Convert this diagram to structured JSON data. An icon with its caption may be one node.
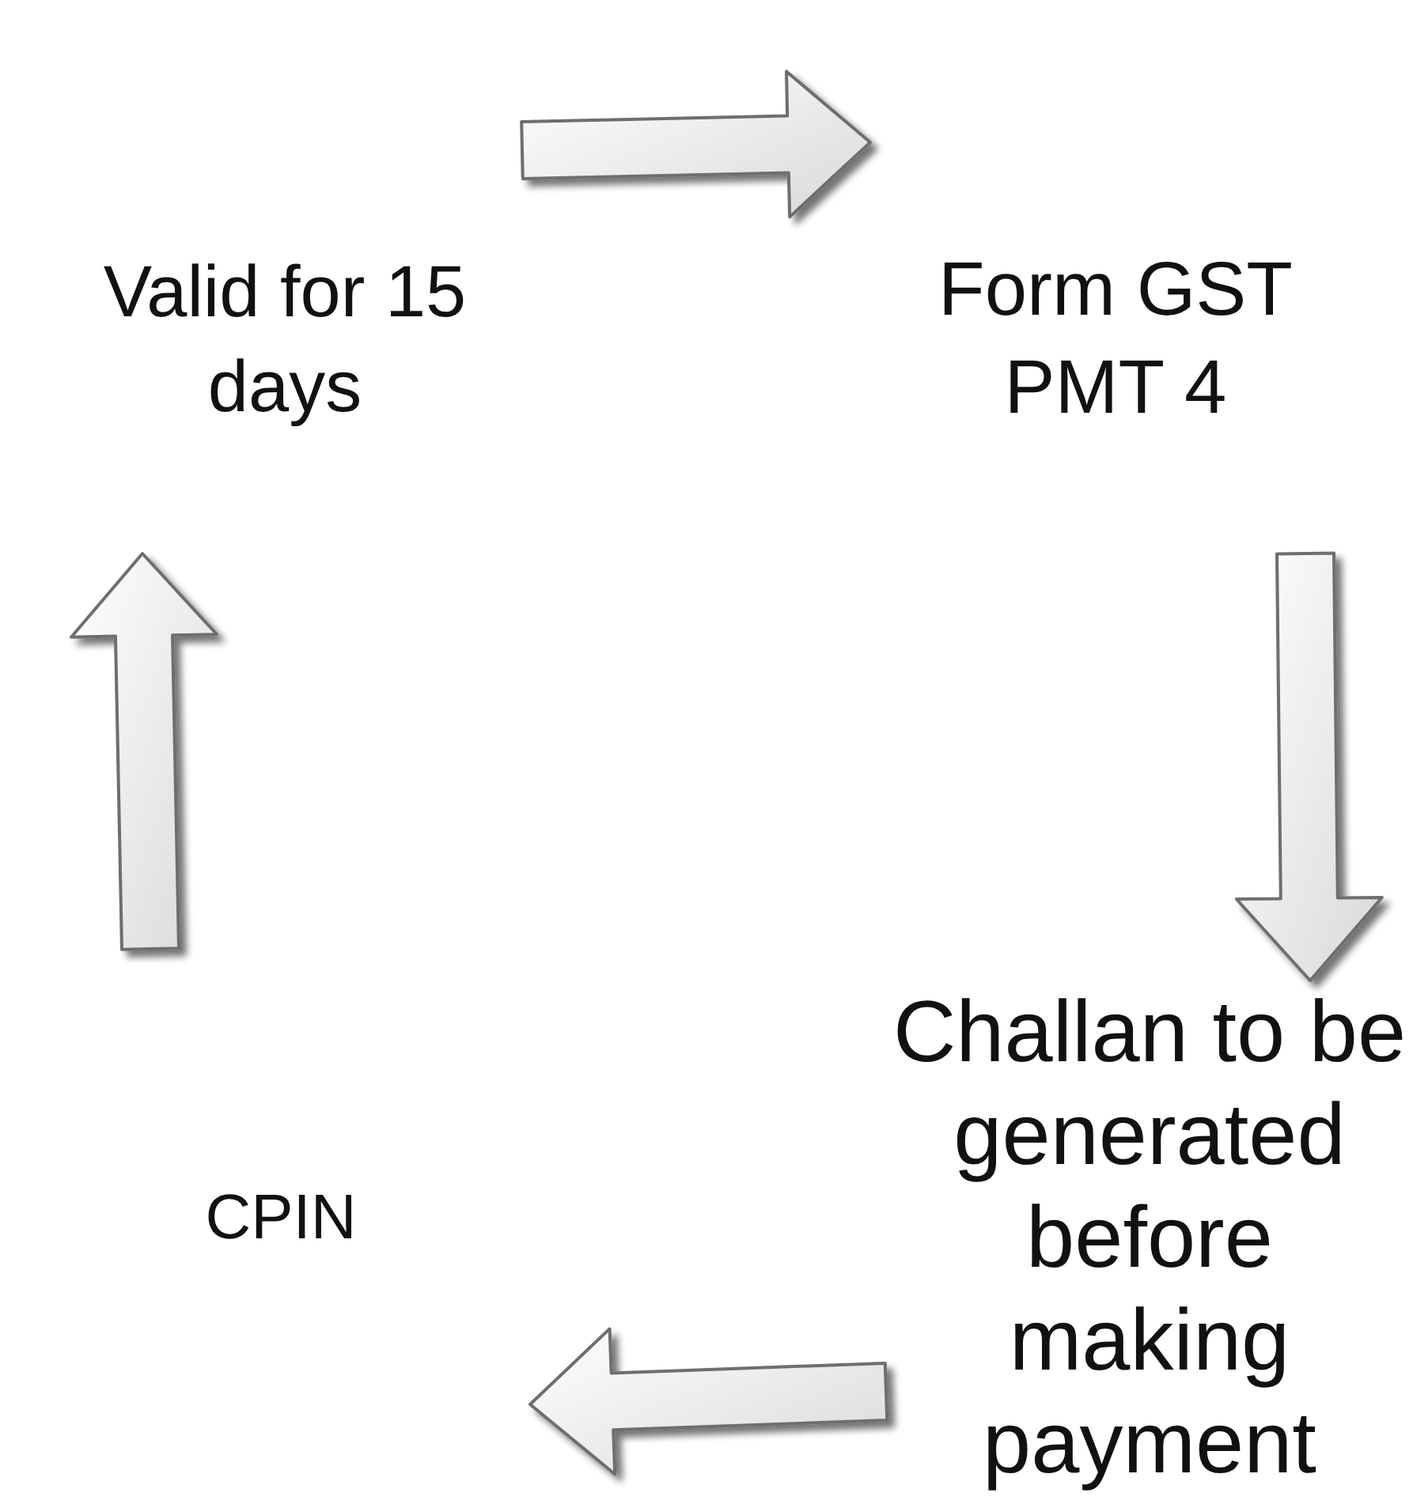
{
  "diagram": {
    "nodes": [
      {
        "text": [
          "Valid for 15 days"
        ]
      },
      {
        "text": [
          "Form GST PMT 4"
        ]
      },
      {
        "text": [
          "Challan to be generated before making payment"
        ]
      },
      {
        "text": [
          "CPIN"
        ]
      }
    ],
    "edges": [
      {
        "from": 0,
        "to": 1,
        "arrow": "to"
      },
      {
        "from": 1,
        "to": 2,
        "arrow": "to"
      },
      {
        "from": 2,
        "to": 3,
        "arrow": "to"
      },
      {
        "from": 3,
        "to": 0,
        "arrow": "to"
      }
    ]
  }
}
